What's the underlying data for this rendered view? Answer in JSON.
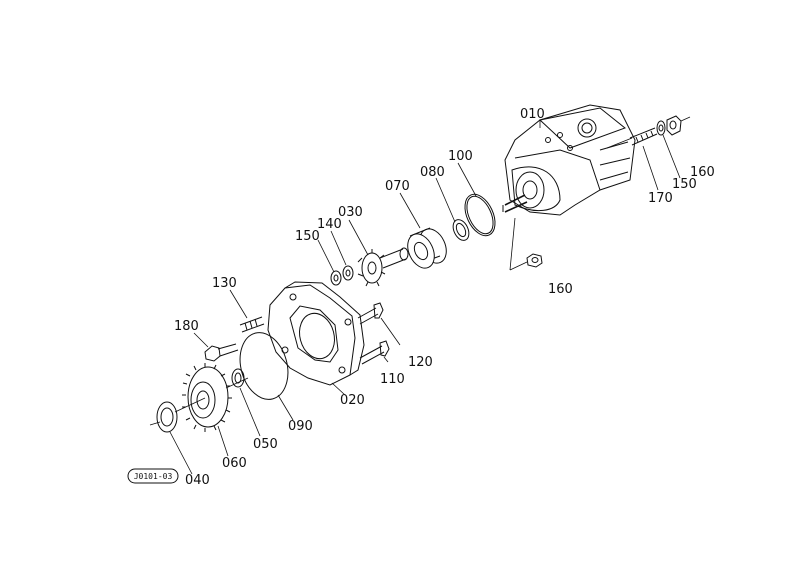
{
  "diagram": {
    "reference_code": "J0101-03",
    "parts": [
      {
        "key": "p010",
        "label": "010"
      },
      {
        "key": "p020",
        "label": "020"
      },
      {
        "key": "p030",
        "label": "030"
      },
      {
        "key": "p040",
        "label": "040"
      },
      {
        "key": "p050",
        "label": "050"
      },
      {
        "key": "p060",
        "label": "060"
      },
      {
        "key": "p070",
        "label": "070"
      },
      {
        "key": "p080",
        "label": "080"
      },
      {
        "key": "p090",
        "label": "090"
      },
      {
        "key": "p100",
        "label": "100"
      },
      {
        "key": "p110",
        "label": "110"
      },
      {
        "key": "p120",
        "label": "120"
      },
      {
        "key": "p130",
        "label": "130"
      },
      {
        "key": "p140",
        "label": "140"
      },
      {
        "key": "p150a",
        "label": "150"
      },
      {
        "key": "p150b",
        "label": "150"
      },
      {
        "key": "p160a",
        "label": "160"
      },
      {
        "key": "p160b",
        "label": "160"
      },
      {
        "key": "p170",
        "label": "170"
      },
      {
        "key": "p180",
        "label": "180"
      }
    ]
  }
}
